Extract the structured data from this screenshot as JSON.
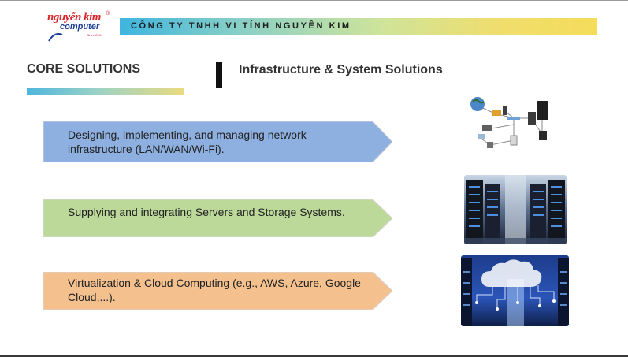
{
  "logo": {
    "main": "nguyễn kim",
    "sub": "computer",
    "since": "Since 2004",
    "registered": "®"
  },
  "banner": {
    "text": "CÔNG TY TNHH VI TÍNH NGUYÊN KIM"
  },
  "section_title": "CORE SOLUTIONS",
  "subtitle": "Infrastructure & System Solutions",
  "solutions": [
    {
      "text": "Designing, implementing, and managing network infrastructure (LAN/WAN/Wi-Fi).",
      "color": "#8eb0e0"
    },
    {
      "text": "Supplying and integrating Servers and Storage Systems.",
      "color": "#bcd99a"
    },
    {
      "text": "Virtualization & Cloud Computing (e.g., AWS, Azure, Google Cloud,...).",
      "color": "#f3c08e"
    }
  ],
  "images": [
    {
      "icon": "network-diagram-icon"
    },
    {
      "icon": "server-racks-photo"
    },
    {
      "icon": "cloud-computing-photo"
    }
  ],
  "colors": {
    "brand_red": "#d8232a",
    "brand_blue": "#1c3f94",
    "banner_start": "#3fb5df",
    "banner_end": "#f5dd5a"
  }
}
